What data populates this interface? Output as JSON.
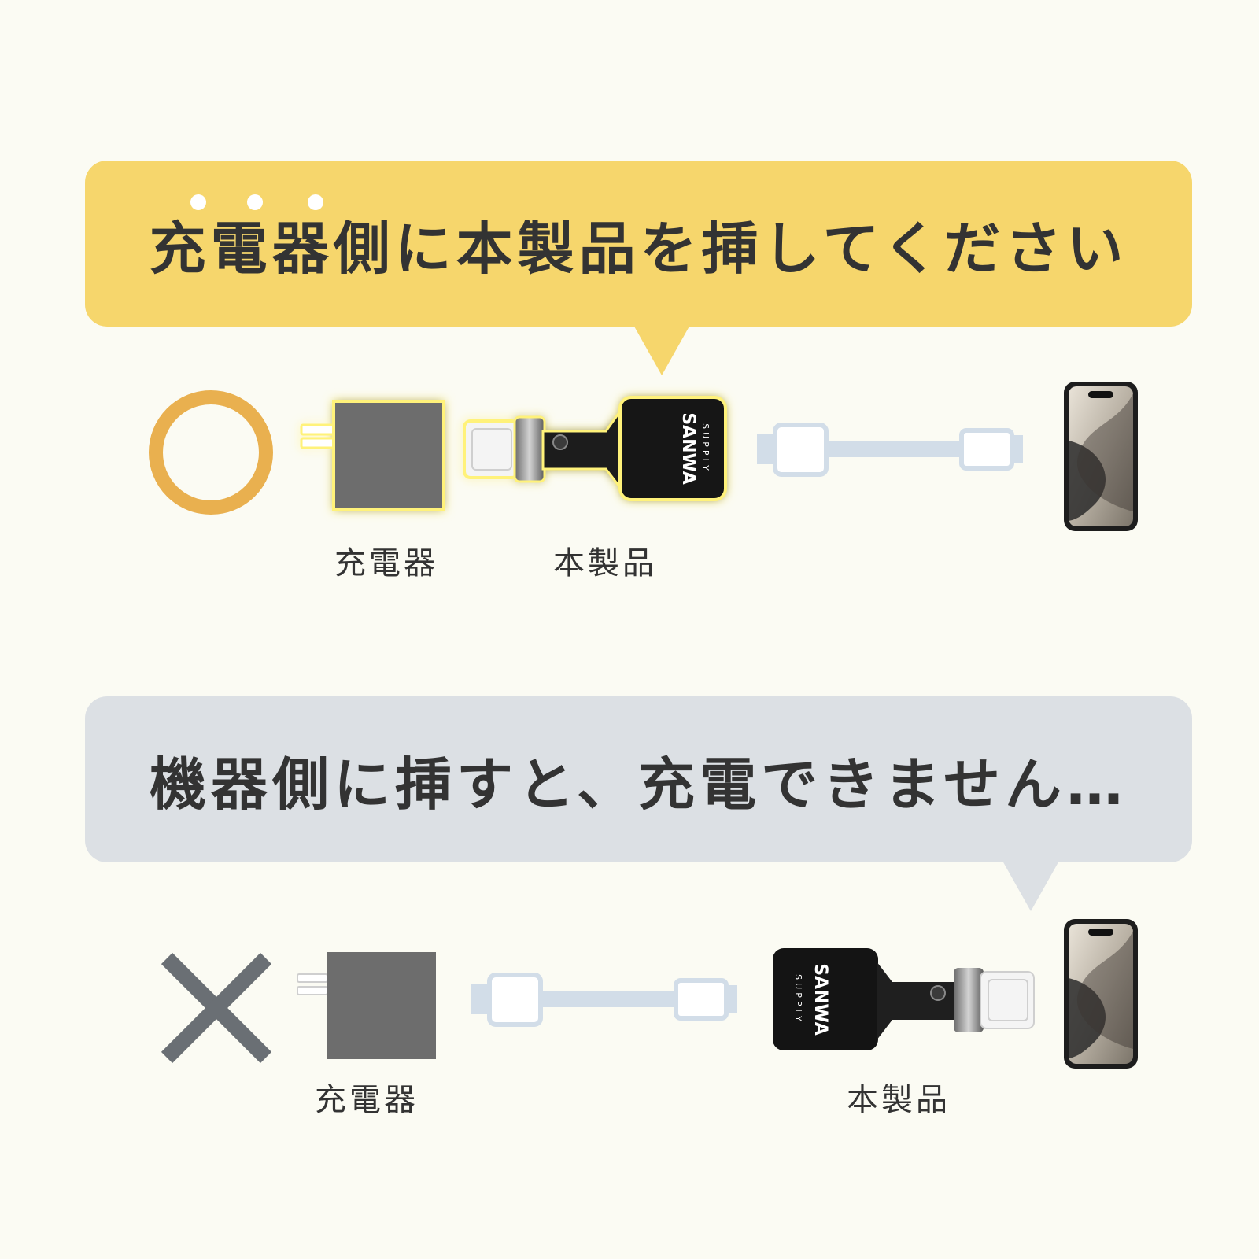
{
  "top": {
    "speech_bubble": {
      "text": "充電器側に本製品を挿してください",
      "emphasis_dots": 3
    },
    "mark": {
      "icon": "circle-ok-icon",
      "color": "#e9b04f"
    },
    "charger_label": "充電器",
    "product_label": "本製品",
    "product_brand": {
      "line1": "SANWA",
      "line2": "SUPPLY"
    }
  },
  "bottom": {
    "speech_bubble": {
      "text": "機器側に挿すと、充電できません…"
    },
    "mark": {
      "icon": "cross-ng-icon",
      "color": "#6a6f74"
    },
    "charger_label": "充電器",
    "product_label": "本製品",
    "product_brand": {
      "line1": "SANWA",
      "line2": "SUPPLY"
    }
  },
  "colors": {
    "bubble_ok": "#f6d66c",
    "bubble_ng": "#dce0e4",
    "charger": "#6d6d6d",
    "cable": "#d2dde8",
    "glow": "#fff27a"
  }
}
